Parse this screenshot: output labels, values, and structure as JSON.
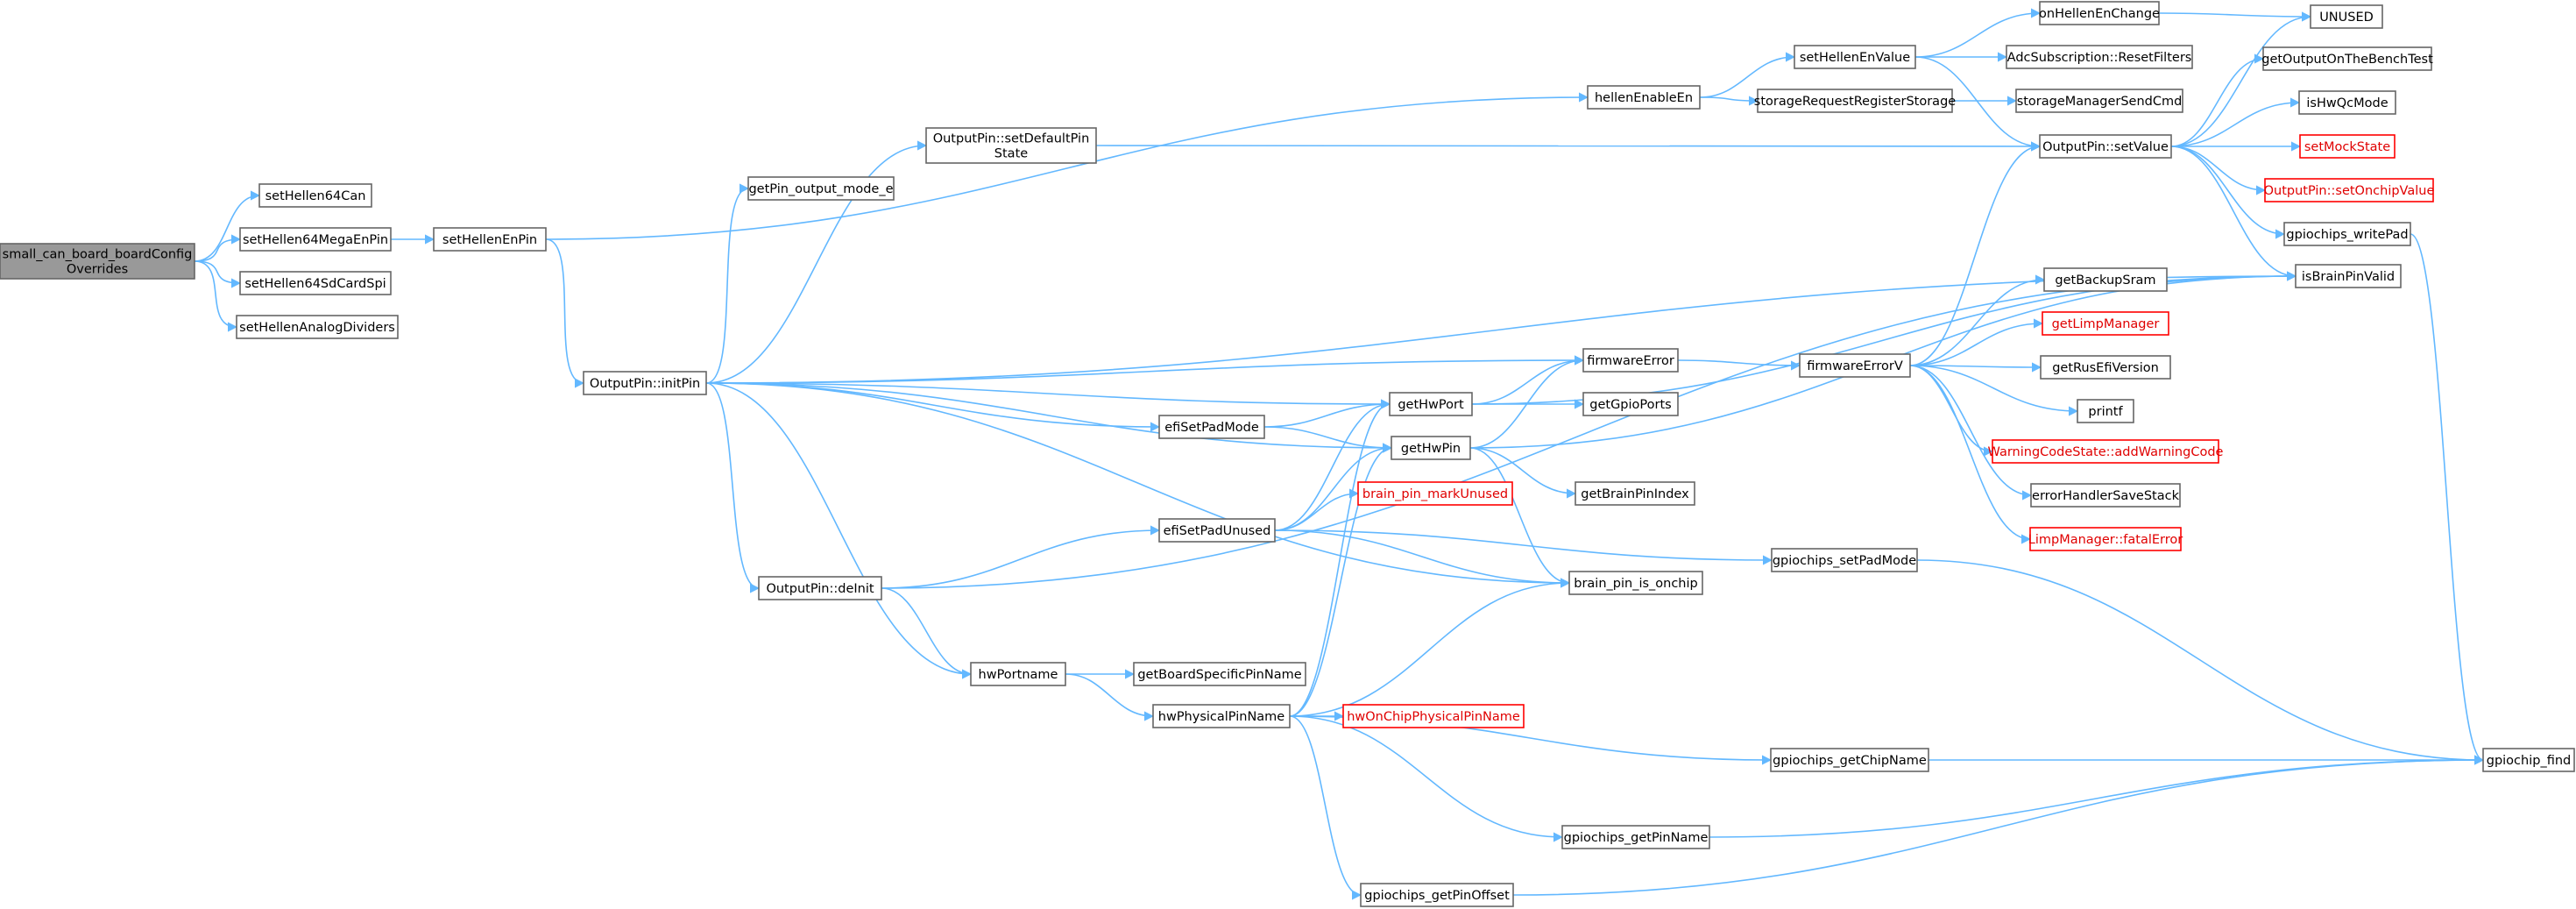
{
  "colors": {
    "edge": "#63b8ff",
    "node_border": "#666666",
    "root_fill": "#999999",
    "truncated_border": "#ff0000",
    "truncated_text": "#e00000"
  },
  "nodes": [
    {
      "id": "root",
      "lines": [
        "small_can_board_boardConfig",
        "Overrides"
      ],
      "root": true
    },
    {
      "id": "setHellen64Can",
      "lines": [
        "setHellen64Can"
      ]
    },
    {
      "id": "setHellen64MegaEnPin",
      "lines": [
        "setHellen64MegaEnPin"
      ]
    },
    {
      "id": "setHellen64SdCardSpi",
      "lines": [
        "setHellen64SdCardSpi"
      ]
    },
    {
      "id": "setHellenAnalogDividers",
      "lines": [
        "setHellenAnalogDividers"
      ]
    },
    {
      "id": "setHellenEnPin",
      "lines": [
        "setHellenEnPin"
      ]
    },
    {
      "id": "hellenEnableEn",
      "lines": [
        "hellenEnableEn"
      ]
    },
    {
      "id": "initPin",
      "lines": [
        "OutputPin::initPin"
      ]
    },
    {
      "id": "setDefaultPinState",
      "lines": [
        "OutputPin::setDefaultPin",
        "State"
      ]
    },
    {
      "id": "getPin_output_mode_e",
      "lines": [
        "getPin_output_mode_e"
      ]
    },
    {
      "id": "deInit",
      "lines": [
        "OutputPin::deInit"
      ]
    },
    {
      "id": "hwPortname",
      "lines": [
        "hwPortname"
      ]
    },
    {
      "id": "efiSetPadMode",
      "lines": [
        "efiSetPadMode"
      ]
    },
    {
      "id": "efiSetPadUnused",
      "lines": [
        "efiSetPadUnused"
      ]
    },
    {
      "id": "hwPhysicalPinName",
      "lines": [
        "hwPhysicalPinName"
      ]
    },
    {
      "id": "getBoardSpecificPinName",
      "lines": [
        "getBoardSpecificPinName"
      ]
    },
    {
      "id": "gpiochips_getPinOffset",
      "lines": [
        "gpiochips_getPinOffset"
      ]
    },
    {
      "id": "getHwPort",
      "lines": [
        "getHwPort"
      ]
    },
    {
      "id": "getHwPin",
      "lines": [
        "getHwPin"
      ]
    },
    {
      "id": "brain_pin_markUnused",
      "lines": [
        "brain_pin_markUnused"
      ],
      "truncated": true
    },
    {
      "id": "hwOnChipPhysicalPinName",
      "lines": [
        "hwOnChipPhysicalPinName"
      ],
      "truncated": true
    },
    {
      "id": "firmwareError",
      "lines": [
        "firmwareError"
      ]
    },
    {
      "id": "getGpioPorts",
      "lines": [
        "getGpioPorts"
      ]
    },
    {
      "id": "getBrainPinIndex",
      "lines": [
        "getBrainPinIndex"
      ]
    },
    {
      "id": "brain_pin_is_onchip",
      "lines": [
        "brain_pin_is_onchip"
      ]
    },
    {
      "id": "gpiochips_getPinName",
      "lines": [
        "gpiochips_getPinName"
      ]
    },
    {
      "id": "setHellenEnValue",
      "lines": [
        "setHellenEnValue"
      ]
    },
    {
      "id": "storageRequestRegisterStorage",
      "lines": [
        "storageRequestRegisterStorage"
      ]
    },
    {
      "id": "firmwareErrorV",
      "lines": [
        "firmwareErrorV"
      ]
    },
    {
      "id": "gpiochips_setPadMode",
      "lines": [
        "gpiochips_setPadMode"
      ]
    },
    {
      "id": "gpiochips_getChipName",
      "lines": [
        "gpiochips_getChipName"
      ]
    },
    {
      "id": "onHellenEnChange",
      "lines": [
        "onHellenEnChange"
      ]
    },
    {
      "id": "ResetFilters",
      "lines": [
        "AdcSubscription::ResetFilters"
      ]
    },
    {
      "id": "storageManagerSendCmd",
      "lines": [
        "storageManagerSendCmd"
      ]
    },
    {
      "id": "setValue",
      "lines": [
        "OutputPin::setValue"
      ]
    },
    {
      "id": "getBackupSram",
      "lines": [
        "getBackupSram"
      ]
    },
    {
      "id": "getLimpManager",
      "lines": [
        "getLimpManager"
      ],
      "truncated": true
    },
    {
      "id": "getRusEfiVersion",
      "lines": [
        "getRusEfiVersion"
      ]
    },
    {
      "id": "printf",
      "lines": [
        "printf"
      ]
    },
    {
      "id": "addWarningCode",
      "lines": [
        "WarningCodeState::addWarningCode"
      ],
      "truncated": true
    },
    {
      "id": "errorHandlerSaveStack",
      "lines": [
        "errorHandlerSaveStack"
      ]
    },
    {
      "id": "fatalError",
      "lines": [
        "LimpManager::fatalError"
      ],
      "truncated": true
    },
    {
      "id": "UNUSED",
      "lines": [
        "UNUSED"
      ]
    },
    {
      "id": "getOutputOnTheBenchTest",
      "lines": [
        "getOutputOnTheBenchTest"
      ]
    },
    {
      "id": "isHwQcMode",
      "lines": [
        "isHwQcMode"
      ]
    },
    {
      "id": "setMockState",
      "lines": [
        "setMockState"
      ],
      "truncated": true
    },
    {
      "id": "setOnchipValue",
      "lines": [
        "OutputPin::setOnchipValue"
      ],
      "truncated": true
    },
    {
      "id": "gpiochips_writePad",
      "lines": [
        "gpiochips_writePad"
      ]
    },
    {
      "id": "isBrainPinValid",
      "lines": [
        "isBrainPinValid"
      ]
    },
    {
      "id": "gpiochip_find",
      "lines": [
        "gpiochip_find"
      ]
    }
  ],
  "edges": [
    [
      "root",
      "setHellen64Can"
    ],
    [
      "root",
      "setHellen64MegaEnPin"
    ],
    [
      "root",
      "setHellen64SdCardSpi"
    ],
    [
      "root",
      "setHellenAnalogDividers"
    ],
    [
      "setHellen64MegaEnPin",
      "setHellenEnPin"
    ],
    [
      "setHellenEnPin",
      "hellenEnableEn"
    ],
    [
      "setHellenEnPin",
      "initPin"
    ],
    [
      "hellenEnableEn",
      "setHellenEnValue"
    ],
    [
      "hellenEnableEn",
      "storageRequestRegisterStorage"
    ],
    [
      "setHellenEnValue",
      "onHellenEnChange"
    ],
    [
      "setHellenEnValue",
      "ResetFilters"
    ],
    [
      "setHellenEnValue",
      "setValue"
    ],
    [
      "storageRequestRegisterStorage",
      "storageManagerSendCmd"
    ],
    [
      "onHellenEnChange",
      "UNUSED"
    ],
    [
      "initPin",
      "setDefaultPinState"
    ],
    [
      "initPin",
      "getPin_output_mode_e"
    ],
    [
      "initPin",
      "isBrainPinValid"
    ],
    [
      "initPin",
      "firmwareError"
    ],
    [
      "initPin",
      "getHwPort"
    ],
    [
      "initPin",
      "efiSetPadMode"
    ],
    [
      "initPin",
      "getHwPin"
    ],
    [
      "initPin",
      "deInit"
    ],
    [
      "initPin",
      "hwPortname"
    ],
    [
      "initPin",
      "brain_pin_is_onchip"
    ],
    [
      "setDefaultPinState",
      "setValue"
    ],
    [
      "deInit",
      "efiSetPadUnused"
    ],
    [
      "deInit",
      "hwPortname"
    ],
    [
      "deInit",
      "isBrainPinValid"
    ],
    [
      "hwPortname",
      "getBoardSpecificPinName"
    ],
    [
      "hwPortname",
      "hwPhysicalPinName"
    ],
    [
      "efiSetPadMode",
      "getHwPort"
    ],
    [
      "efiSetPadMode",
      "getHwPin"
    ],
    [
      "efiSetPadUnused",
      "getHwPort"
    ],
    [
      "efiSetPadUnused",
      "getHwPin"
    ],
    [
      "efiSetPadUnused",
      "brain_pin_markUnused"
    ],
    [
      "efiSetPadUnused",
      "brain_pin_is_onchip"
    ],
    [
      "efiSetPadUnused",
      "gpiochips_setPadMode"
    ],
    [
      "hwPhysicalPinName",
      "getHwPort"
    ],
    [
      "hwPhysicalPinName",
      "getHwPin"
    ],
    [
      "hwPhysicalPinName",
      "brain_pin_is_onchip"
    ],
    [
      "hwPhysicalPinName",
      "hwOnChipPhysicalPinName"
    ],
    [
      "hwPhysicalPinName",
      "gpiochips_getChipName"
    ],
    [
      "hwPhysicalPinName",
      "gpiochips_getPinName"
    ],
    [
      "hwPhysicalPinName",
      "gpiochips_getPinOffset"
    ],
    [
      "getHwPort",
      "firmwareError"
    ],
    [
      "getHwPort",
      "getGpioPorts"
    ],
    [
      "getHwPort",
      "isBrainPinValid"
    ],
    [
      "getHwPin",
      "firmwareError"
    ],
    [
      "getHwPin",
      "getBrainPinIndex"
    ],
    [
      "getHwPin",
      "brain_pin_is_onchip"
    ],
    [
      "getHwPin",
      "isBrainPinValid"
    ],
    [
      "firmwareError",
      "firmwareErrorV"
    ],
    [
      "firmwareErrorV",
      "setValue"
    ],
    [
      "firmwareErrorV",
      "getBackupSram"
    ],
    [
      "firmwareErrorV",
      "getLimpManager"
    ],
    [
      "firmwareErrorV",
      "getRusEfiVersion"
    ],
    [
      "firmwareErrorV",
      "printf"
    ],
    [
      "firmwareErrorV",
      "addWarningCode"
    ],
    [
      "firmwareErrorV",
      "errorHandlerSaveStack"
    ],
    [
      "firmwareErrorV",
      "fatalError"
    ],
    [
      "setValue",
      "UNUSED"
    ],
    [
      "setValue",
      "getOutputOnTheBenchTest"
    ],
    [
      "setValue",
      "isHwQcMode"
    ],
    [
      "setValue",
      "setMockState"
    ],
    [
      "setValue",
      "setOnchipValue"
    ],
    [
      "setValue",
      "gpiochips_writePad"
    ],
    [
      "setValue",
      "isBrainPinValid"
    ],
    [
      "gpiochips_writePad",
      "gpiochip_find"
    ],
    [
      "gpiochips_setPadMode",
      "gpiochip_find"
    ],
    [
      "gpiochips_getChipName",
      "gpiochip_find"
    ],
    [
      "gpiochips_getPinName",
      "gpiochip_find"
    ],
    [
      "gpiochips_getPinOffset",
      "gpiochip_find"
    ]
  ]
}
